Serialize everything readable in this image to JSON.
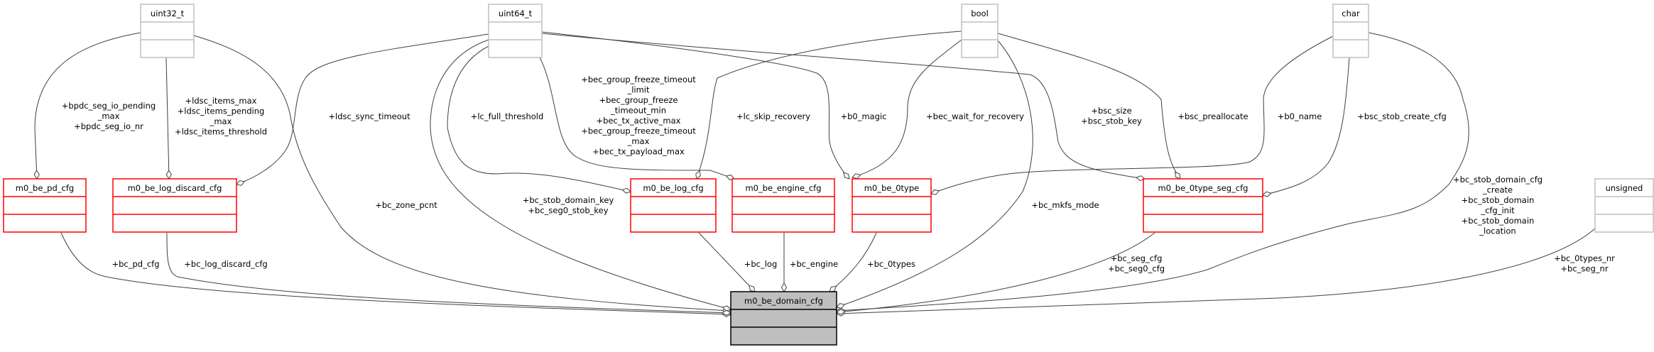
{
  "classes": [
    {
      "name": "uint32_t",
      "kind": "type"
    },
    {
      "name": "uint64_t",
      "kind": "type"
    },
    {
      "name": "bool",
      "kind": "type"
    },
    {
      "name": "char",
      "kind": "type"
    },
    {
      "name": "unsigned",
      "kind": "type"
    },
    {
      "name": "m0_be_pd_cfg",
      "kind": "struct"
    },
    {
      "name": "m0_be_log_discard_cfg",
      "kind": "struct"
    },
    {
      "name": "m0_be_log_cfg",
      "kind": "struct"
    },
    {
      "name": "m0_be_engine_cfg",
      "kind": "struct"
    },
    {
      "name": "m0_be_0type",
      "kind": "struct"
    },
    {
      "name": "m0_be_0type_seg_cfg",
      "kind": "struct"
    },
    {
      "name": "m0_be_domain_cfg",
      "kind": "focus"
    }
  ],
  "edge_labels": [
    {
      "lines": [
        "+bpdc_seg_io_pending",
        "_max",
        "+bpdc_seg_io_nr"
      ]
    },
    {
      "lines": [
        "+ldsc_items_max",
        "+ldsc_items_pending",
        "_max",
        "+ldsc_items_threshold"
      ]
    },
    {
      "lines": [
        "+ldsc_sync_timeout"
      ]
    },
    {
      "lines": [
        "+bc_zone_pcnt"
      ]
    },
    {
      "lines": [
        "+lc_full_threshold"
      ]
    },
    {
      "lines": [
        "+bc_stob_domain_key",
        "+bc_seg0_stob_key"
      ]
    },
    {
      "lines": [
        "+bec_group_freeze_timeout",
        "_limit",
        "+bec_group_freeze",
        "_timeout_min",
        "+bec_tx_active_max",
        "+bec_group_freeze_timeout",
        "_max",
        "+bec_tx_payload_max"
      ]
    },
    {
      "lines": [
        "+lc_skip_recovery"
      ]
    },
    {
      "lines": [
        "+b0_magic"
      ]
    },
    {
      "lines": [
        "+bec_wait_for_recovery"
      ]
    },
    {
      "lines": [
        "+bsc_size",
        "+bsc_stob_key"
      ]
    },
    {
      "lines": [
        "+bc_mkfs_mode"
      ]
    },
    {
      "lines": [
        "+bsc_preallocate"
      ]
    },
    {
      "lines": [
        "+b0_name"
      ]
    },
    {
      "lines": [
        "+bsc_stob_create_cfg"
      ]
    },
    {
      "lines": [
        "+bc_stob_domain_cfg",
        "_create",
        "+bc_stob_domain",
        "_cfg_init",
        "+bc_stob_domain",
        "_location"
      ]
    },
    {
      "lines": [
        "+bc_pd_cfg"
      ]
    },
    {
      "lines": [
        "+bc_log_discard_cfg"
      ]
    },
    {
      "lines": [
        "+bc_log"
      ]
    },
    {
      "lines": [
        "+bc_engine"
      ]
    },
    {
      "lines": [
        "+bc_0types"
      ]
    },
    {
      "lines": [
        "+bc_seg_cfg",
        "+bc_seg0_cfg"
      ]
    },
    {
      "lines": [
        "+bc_0types_nr",
        "+bc_seg_nr"
      ]
    }
  ],
  "colors": {
    "type_border": "#bfbfbf",
    "struct_border": "#ff0000",
    "focus_border": "#000000",
    "focus_fill": "#bfbfbf",
    "edge": "#404040"
  }
}
